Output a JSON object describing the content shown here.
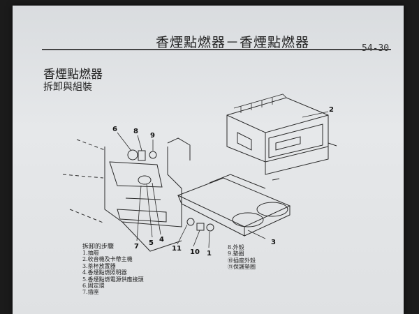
{
  "header": {
    "title": "香煙點燃器－香煙點燃器",
    "page_number": "54-30"
  },
  "section": {
    "title": "香煙點燃器",
    "subtitle": "拆卸與組裝"
  },
  "diagram": {
    "callouts": [
      "1",
      "2",
      "3",
      "4",
      "5",
      "6",
      "7",
      "8",
      "9",
      "10",
      "11"
    ]
  },
  "steps": {
    "heading": "拆卸的步驟",
    "left": [
      "1.抽屜",
      "2.收音機及卡帶主機",
      "3.茶杯放置器",
      "4.香煙點燃照明器",
      "5.香煙點燃電源供應接頭",
      "6.固定環",
      "7.插座"
    ],
    "right": [
      "8.外殼",
      "9.墊圈",
      "⑩插座外殼",
      "⑪保護墊圈"
    ]
  }
}
